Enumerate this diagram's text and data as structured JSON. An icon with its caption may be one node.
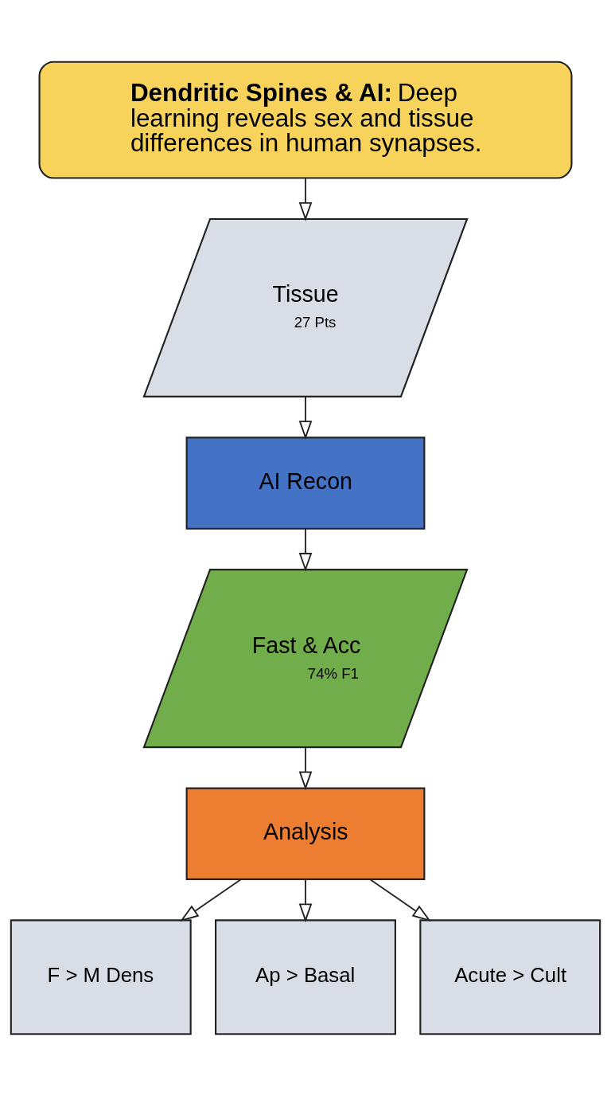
{
  "diagram": {
    "nodes": [
      {
        "text": [
          "**Dendritic Spines & AI:** Deep learning reveals sex and tissue differences in human synapses."
        ]
      },
      {
        "text": [
          "Tissue",
          "27 Pts"
        ]
      },
      {
        "text": [
          "AI Recon"
        ]
      },
      {
        "text": [
          "Fast & Acc",
          "74% F1"
        ]
      },
      {
        "text": [
          "Analysis"
        ]
      },
      {
        "text": [
          "F > M Dens"
        ]
      },
      {
        "text": [
          "Ap > Basal"
        ]
      },
      {
        "text": [
          "Acute > Cult"
        ]
      }
    ],
    "edges": [
      {
        "from": 0,
        "to": 1,
        "arrow": "to"
      },
      {
        "from": 1,
        "to": 2,
        "arrow": "to"
      },
      {
        "from": 2,
        "to": 3,
        "arrow": "to"
      },
      {
        "from": 3,
        "to": 4,
        "arrow": "to"
      },
      {
        "from": 4,
        "to": 5,
        "arrow": "to"
      },
      {
        "from": 4,
        "to": 6,
        "arrow": "to"
      },
      {
        "from": 4,
        "to": 7,
        "arrow": "to"
      }
    ]
  }
}
